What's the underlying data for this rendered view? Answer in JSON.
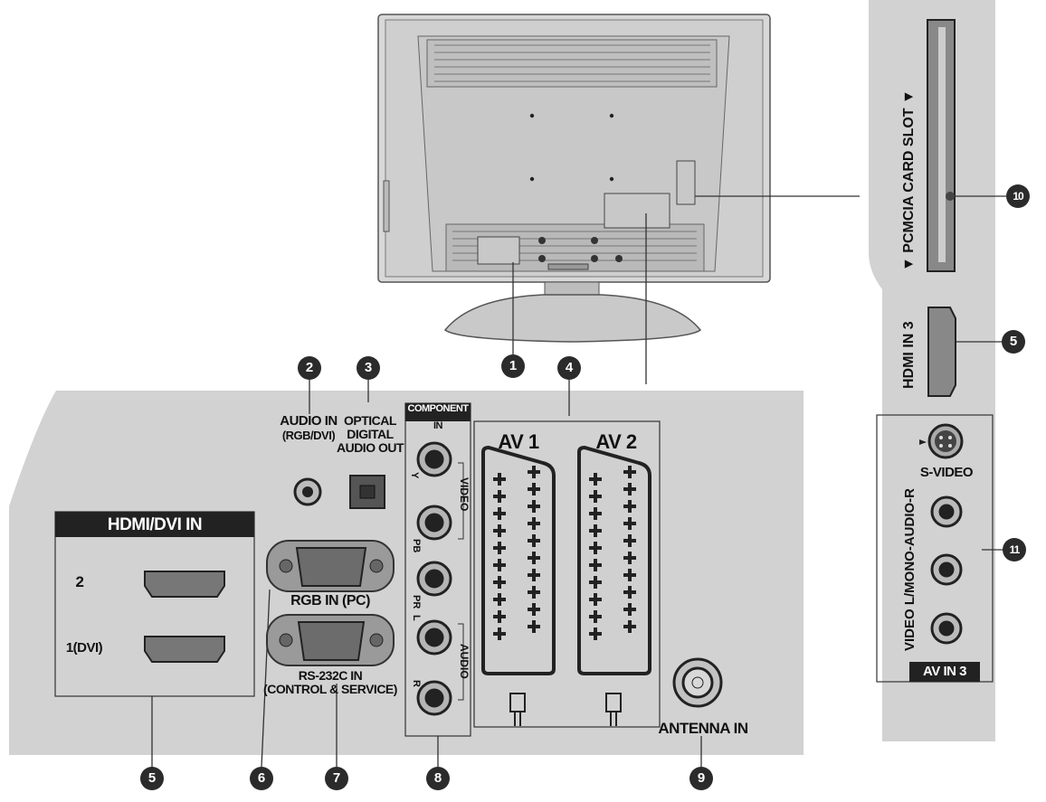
{
  "callouts": [
    "1",
    "2",
    "3",
    "4",
    "5",
    "6",
    "7",
    "8",
    "9",
    "10",
    "5",
    "11"
  ],
  "labels": {
    "audio_in": "AUDIO IN",
    "audio_in_sub": "(RGB/DVI)",
    "optical": "OPTICAL",
    "digital": "DIGITAL",
    "audio_out": "AUDIO OUT",
    "component": "COMPONENT",
    "component_in": "IN",
    "av1": "AV 1",
    "av2": "AV 2",
    "hdmi_dvi_in": "HDMI/DVI IN",
    "hdmi_2": "2",
    "hdmi_1": "1(DVI)",
    "rgb_in": "RGB IN (PC)",
    "rs232c": "RS-232C IN",
    "rs232c_sub": "(CONTROL & SERVICE)",
    "antenna_in": "ANTENNA IN",
    "comp_y": "Y",
    "comp_pb": "PB",
    "comp_pr": "PR",
    "comp_l": "L",
    "comp_r": "R",
    "comp_video": "VIDEO",
    "comp_audio": "AUDIO",
    "pcmcia": "▼ PCMCIA CARD SLOT ▼",
    "hdmi_in_3": "HDMI IN 3",
    "s_video": "S-VIDEO",
    "side_av_label": "VIDEO L/MONO-AUDIO-R",
    "av_in_3": "AV IN 3"
  },
  "colors": {
    "panel_grey": "#d2d2d2",
    "tv_grey": "#cfcfcf",
    "callout_dark": "#2b2b2b"
  }
}
